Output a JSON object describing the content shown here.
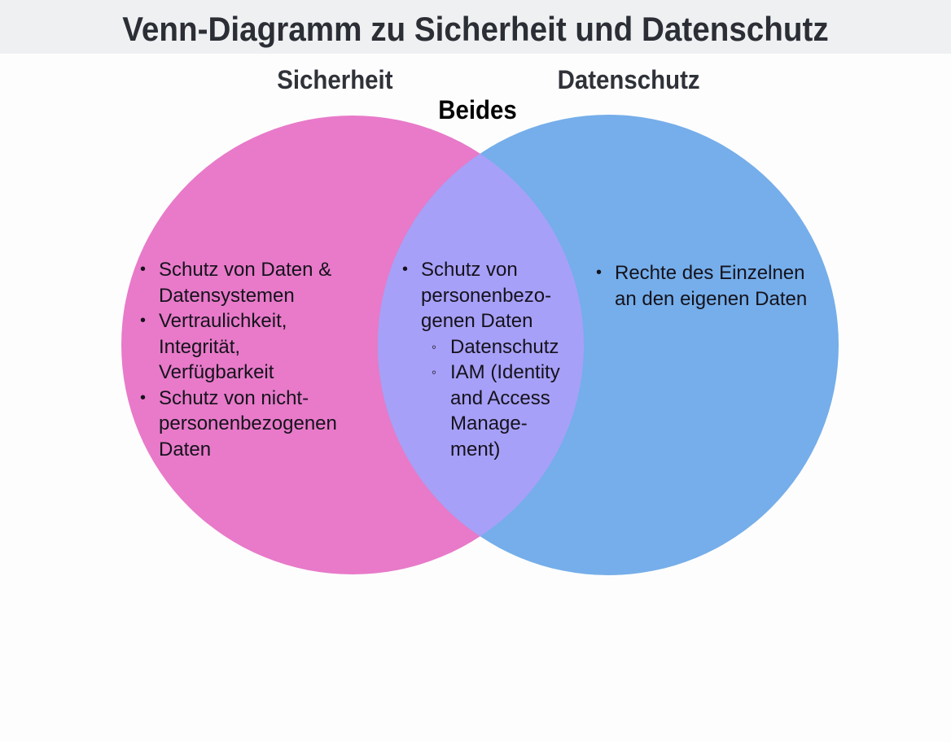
{
  "header": {
    "title": "Venn-Diagramm zu Sicherheit und Datenschutz"
  },
  "sets": {
    "left": {
      "label": "Sicherheit",
      "color": "#e87ac9",
      "items": [
        {
          "bullet": "•",
          "lines": [
            "Schutz von Daten &",
            "Datensystemen"
          ]
        },
        {
          "bullet": "•",
          "lines": [
            "Vertraulichkeit,",
            "Integrität,",
            "Verfügbarkeit"
          ]
        },
        {
          "bullet": "•",
          "lines": [
            "Schutz von nicht-",
            "personenbezogenen",
            "Daten"
          ]
        }
      ]
    },
    "right": {
      "label": "Datenschutz",
      "color": "#75aeea",
      "items": [
        {
          "bullet": "•",
          "lines": [
            "Rechte des Einzelnen",
            "an den eigenen Daten"
          ]
        }
      ]
    },
    "intersection": {
      "label": "Beides",
      "color": "#a7a0f8",
      "items": [
        {
          "bullet": "•",
          "lines": [
            "Schutz von",
            "personenbezo-",
            "genen Daten"
          ]
        },
        {
          "bullet": "◦",
          "lines": [
            "Datenschutz"
          ],
          "sub": true
        },
        {
          "bullet": "◦",
          "lines": [
            "IAM (Identity",
            "and Access",
            "Manage-",
            "ment)"
          ],
          "sub": true
        }
      ]
    }
  },
  "icons": {
    "bullet": "•",
    "sub_bullet": "◦"
  }
}
